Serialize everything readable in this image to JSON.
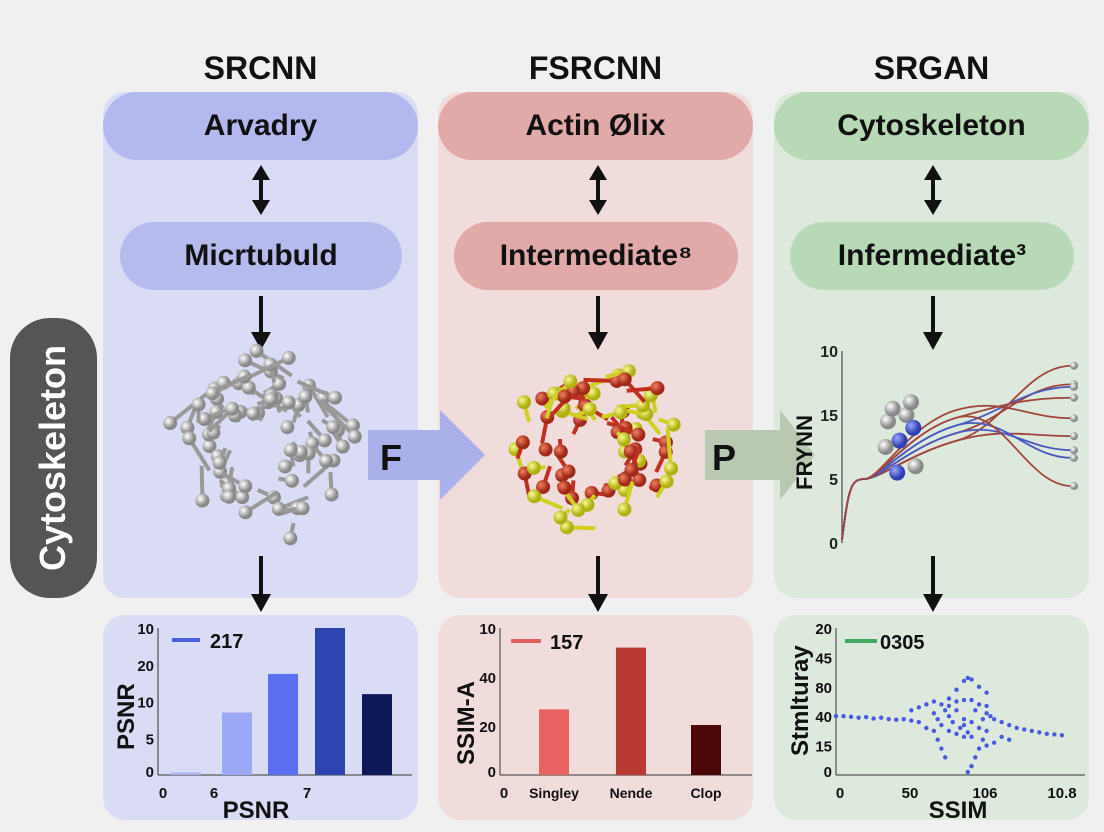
{
  "side_label": "Cytoskeleton",
  "columns": [
    {
      "title": "SRCNN",
      "top_box": "Arvadry",
      "mid_box": "Micrtubuld",
      "color_panel": "#d9dcf4",
      "color_box": "#b3b9ef"
    },
    {
      "title": "FSRCNN",
      "top_box": "Actin Ølix",
      "mid_box": "Intermediate⁸",
      "color_panel": "#f1dcdc",
      "color_box": "#e2a9a9"
    },
    {
      "title": "SRGAN",
      "top_box": "Cytoskeleton",
      "mid_box": "Infermediate³",
      "color_panel": "#dde9dc",
      "color_box": "#b7d9b6"
    }
  ],
  "flow_arrows": [
    {
      "label": "F",
      "color": "#a9b0ea"
    },
    {
      "label": "P",
      "color": "#b9c8b0"
    }
  ],
  "chart_data": [
    {
      "type": "line",
      "ylabel": "FRYNN",
      "ytick_labels": [
        "0",
        "5",
        "15",
        "10"
      ],
      "note": "",
      "series_end_values_tick_units": [
        2.77,
        2.48,
        2.44,
        2.27,
        1.95,
        1.67,
        1.45,
        1.33,
        0.89
      ],
      "series_colors": [
        "#a0463c",
        "#a0463c",
        "#4a5ac0",
        "#a0463c",
        "#a0463c",
        "#a0463c",
        "#4a5ac0",
        "#4a5ac0",
        "#a0463c"
      ]
    },
    {
      "type": "bar",
      "legend": "217",
      "legend_color": "#4a60e0",
      "xlabel": "PSNR",
      "ylabel": "PSNR",
      "ytick_labels": [
        "0",
        "5",
        "10",
        "20",
        "10"
      ],
      "xtick_labels": [
        "0",
        "6",
        "7"
      ],
      "values_tick_units": [
        0.07,
        1.7,
        2.75,
        4.0,
        2.2
      ],
      "colors": [
        "#aab3ee",
        "#9aa8f6",
        "#5a70f0",
        "#2e44b0",
        "#0c1858"
      ]
    },
    {
      "type": "bar",
      "legend": "157",
      "legend_color": "#e06060",
      "ylabel": "SSIM-A",
      "ytick_labels": [
        "0",
        "20",
        "40",
        "10"
      ],
      "origin_label": "0",
      "categories": [
        "Singley",
        "Nende",
        "Clop"
      ],
      "values_tick_units": [
        1.34,
        2.6,
        1.02
      ],
      "colors": [
        "#e86262",
        "#b83a32",
        "#4a0808"
      ]
    },
    {
      "type": "scatter",
      "legend": "0305",
      "legend_color": "#40a860",
      "xlabel": "SSIM",
      "ylabel": "Stmlturay",
      "ytick_labels": [
        "0",
        "15",
        "40",
        "80",
        "45",
        "20"
      ],
      "xtick_labels": [
        "0",
        "50",
        "106",
        "10.8"
      ],
      "point_color": "#4a5ae0",
      "points_tick_units": [
        [
          0.0,
          2.0
        ],
        [
          0.1,
          2.0
        ],
        [
          0.2,
          1.98
        ],
        [
          0.3,
          1.95
        ],
        [
          0.4,
          1.97
        ],
        [
          0.5,
          1.92
        ],
        [
          0.6,
          1.95
        ],
        [
          0.7,
          1.9
        ],
        [
          0.8,
          1.88
        ],
        [
          0.9,
          1.9
        ],
        [
          1.0,
          1.85
        ],
        [
          1.1,
          1.8
        ],
        [
          1.0,
          2.2
        ],
        [
          1.1,
          2.3
        ],
        [
          1.2,
          2.4
        ],
        [
          1.3,
          2.5
        ],
        [
          1.2,
          1.6
        ],
        [
          1.3,
          1.5
        ],
        [
          1.35,
          1.2
        ],
        [
          1.4,
          0.9
        ],
        [
          1.45,
          0.6
        ],
        [
          1.3,
          2.1
        ],
        [
          1.35,
          1.9
        ],
        [
          1.4,
          1.7
        ],
        [
          1.45,
          2.2
        ],
        [
          1.5,
          2.0
        ],
        [
          1.55,
          1.8
        ],
        [
          1.5,
          1.5
        ],
        [
          1.6,
          2.2
        ],
        [
          1.65,
          1.6
        ],
        [
          1.7,
          1.9
        ],
        [
          1.6,
          1.4
        ],
        [
          1.4,
          2.4
        ],
        [
          1.5,
          2.6
        ],
        [
          1.6,
          2.9
        ],
        [
          1.7,
          3.2
        ],
        [
          1.75,
          3.3
        ],
        [
          1.8,
          3.25
        ],
        [
          1.9,
          3.0
        ],
        [
          2.0,
          2.8
        ],
        [
          1.5,
          2.35
        ],
        [
          1.6,
          2.5
        ],
        [
          1.7,
          2.55
        ],
        [
          1.8,
          2.55
        ],
        [
          1.9,
          2.4
        ],
        [
          2.0,
          2.35
        ],
        [
          1.8,
          0.3
        ],
        [
          1.75,
          0.1
        ],
        [
          1.85,
          0.6
        ],
        [
          1.9,
          0.9
        ],
        [
          1.95,
          1.2
        ],
        [
          2.0,
          1.5
        ],
        [
          1.8,
          1.3
        ],
        [
          1.9,
          1.6
        ],
        [
          1.8,
          1.8
        ],
        [
          1.95,
          1.9
        ],
        [
          2.0,
          2.1
        ],
        [
          2.05,
          2.0
        ],
        [
          1.85,
          2.2
        ],
        [
          1.7,
          1.7
        ],
        [
          1.75,
          1.45
        ],
        [
          2.1,
          1.9
        ],
        [
          2.2,
          1.8
        ],
        [
          2.3,
          1.7
        ],
        [
          2.4,
          1.6
        ],
        [
          2.5,
          1.55
        ],
        [
          2.6,
          1.5
        ],
        [
          2.7,
          1.45
        ],
        [
          2.8,
          1.4
        ],
        [
          2.9,
          1.38
        ],
        [
          3.0,
          1.35
        ],
        [
          2.2,
          1.3
        ],
        [
          2.3,
          1.2
        ],
        [
          2.1,
          1.1
        ],
        [
          2.0,
          1.0
        ],
        [
          1.7,
          1.3
        ]
      ]
    }
  ]
}
